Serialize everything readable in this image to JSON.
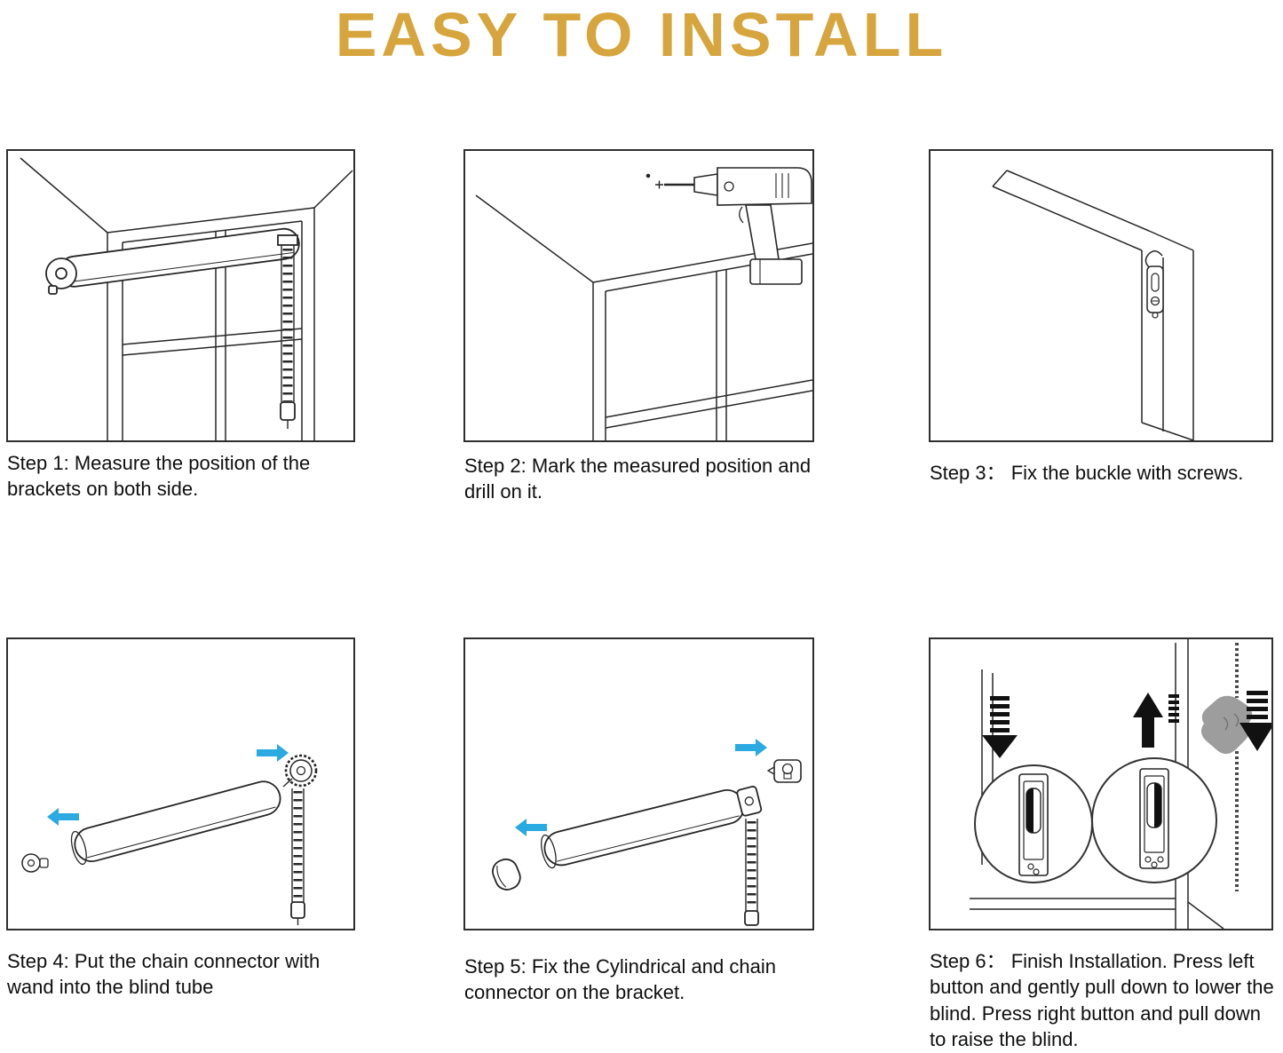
{
  "title": "EASY TO INSTALL",
  "colors": {
    "title_gold": "#D7A53D",
    "arrow_blue": "#2BA9E1",
    "line": "#262626",
    "hand_gray": "#9D9D9D"
  },
  "steps": [
    {
      "id": 1,
      "caption": "Step 1: Measure the position of the brackets on both side.",
      "illustration": "window-with-mounted-roller-blind-and-chain"
    },
    {
      "id": 2,
      "caption": "Step 2: Mark the measured position and drill on it.",
      "illustration": "power-drill-marking-window-frame"
    },
    {
      "id": 3,
      "caption": "Step 3： Fix the buckle with screws.",
      "illustration": "buckle-bracket-screwed-on-window-frame-corner"
    },
    {
      "id": 4,
      "caption": "Step 4: Put the chain connector with wand into the  blind tube",
      "illustration": "exploded-tube-with-pin-end-and-chain-connector"
    },
    {
      "id": 5,
      "caption": "Step 5: Fix the Cylindrical and chain connector on the bracket.",
      "illustration": "tube-with-end-cap-and-bracket-exploded"
    },
    {
      "id": 6,
      "caption": "Step 6： Finish Installation. Press left button and gently pull down to lower the blind. Press right button and pull down to raise the blind.",
      "illustration": "installed-blind-magnified-buttons-hand-pulling-chain"
    }
  ]
}
